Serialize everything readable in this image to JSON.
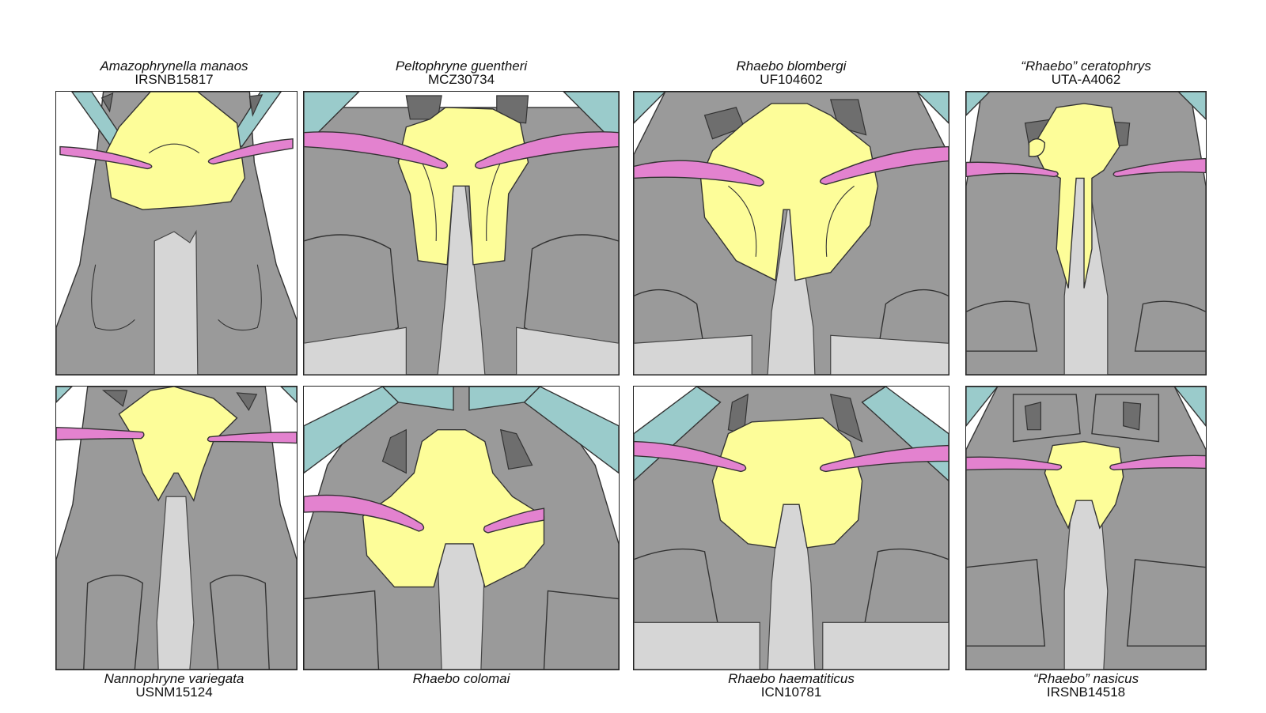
{
  "colors": {
    "background": "#ffffff",
    "bone_gray": "#9a9a9a",
    "bone_dark": "#6e6e6e",
    "bone_light": "#d6d6d6",
    "yellow": "#fdfd99",
    "pink": "#e382cf",
    "teal": "#9acbcb",
    "outline": "#333333"
  },
  "panels": [
    {
      "species": "Amazophrynella manaos",
      "specimen": "IRSNB15817"
    },
    {
      "species": "Peltophryne guentheri",
      "specimen": "MCZ30734"
    },
    {
      "species": "Rhaebo blombergi",
      "specimen": "UF104602"
    },
    {
      "species": "“Rhaebo” ceratophrys",
      "specimen": "UTA-A4062"
    },
    {
      "species": "Nannophryne variegata",
      "specimen": "USNM15124"
    },
    {
      "species": "Rhaebo colomai",
      "specimen": ""
    },
    {
      "species": "Rhaebo haematiticus",
      "specimen": "ICN10781"
    },
    {
      "species": "“Rhaebo” nasicus",
      "specimen": "IRSNB14518"
    }
  ]
}
